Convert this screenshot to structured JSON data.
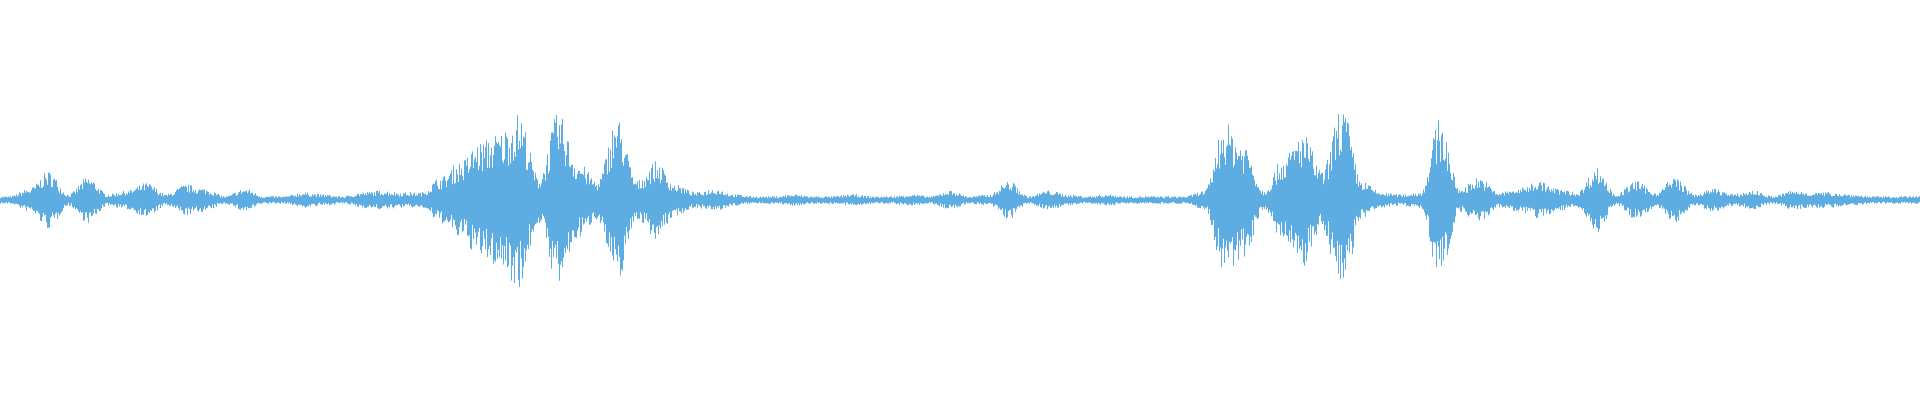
{
  "chart_data": {
    "type": "area",
    "title": "",
    "xlabel": "",
    "ylabel": "",
    "grid": false,
    "legend": "none",
    "symmetric": true,
    "ylim": [
      -1,
      1
    ],
    "color": "#5dade2",
    "amplitude_envelope": [
      0.02,
      0.06,
      0.15,
      0.03,
      0.12,
      0.03,
      0.05,
      0.09,
      0.03,
      0.08,
      0.06,
      0.02,
      0.06,
      0.02,
      0.02,
      0.04,
      0.03,
      0.02,
      0.04,
      0.05,
      0.04,
      0.04,
      0.12,
      0.2,
      0.3,
      0.35,
      0.45,
      0.12,
      0.45,
      0.2,
      0.1,
      0.43,
      0.1,
      0.2,
      0.08,
      0.04,
      0.06,
      0.03,
      0.02,
      0.02,
      0.03,
      0.02,
      0.02,
      0.03,
      0.02,
      0.02,
      0.03,
      0.02,
      0.05,
      0.02,
      0.03,
      0.1,
      0.02,
      0.05,
      0.03,
      0.02,
      0.03,
      0.02,
      0.02,
      0.02,
      0.02,
      0.05,
      0.4,
      0.3,
      0.05,
      0.22,
      0.35,
      0.15,
      0.5,
      0.1,
      0.04,
      0.03,
      0.04,
      0.42,
      0.06,
      0.12,
      0.04,
      0.06,
      0.1,
      0.06,
      0.04,
      0.17,
      0.03,
      0.1,
      0.04,
      0.12,
      0.03,
      0.06,
      0.03,
      0.05,
      0.02,
      0.05,
      0.04,
      0.04,
      0.03,
      0.02,
      0.02,
      0.02
    ]
  }
}
